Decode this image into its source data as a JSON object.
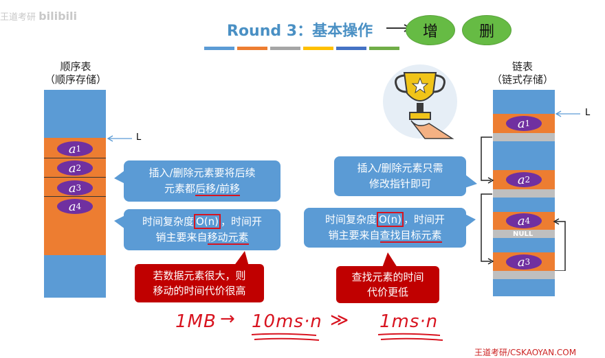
{
  "watermark": "王道考研",
  "watermark_logo": "bilibili",
  "title": "Round 3：基本操作",
  "ops": [
    "增",
    "删"
  ],
  "color_bars": [
    "#5b9bd5",
    "#ed7d31",
    "#a5a5a5",
    "#ffc000",
    "#4472c4",
    "#70ad47"
  ],
  "seq": {
    "head_line1": "顺序表",
    "head_line2": "（顺序存储）",
    "pointer": "L",
    "elements": [
      "a1",
      "a2",
      "a3",
      "a4"
    ]
  },
  "linked": {
    "head_line1": "链表",
    "head_line2": "（链式存储）",
    "pointer": "L",
    "elements": [
      "a1",
      "a2",
      "a4",
      "a3"
    ],
    "null_label": "NULL"
  },
  "callouts": {
    "seq_op_line1": "插入/删除元素要将后续",
    "seq_op_line2_pre": "元素都",
    "seq_op_line2_mark": "后移/前移",
    "seq_time_line1_pre": "时间复杂度",
    "seq_time_mark": "O(n)",
    "seq_time_line1_post": "，时间开",
    "seq_time_line2_pre": "销主要来自",
    "seq_time_line2_mark": "移动元素",
    "link_op_line1": "插入/删除元素只需",
    "link_op_line2": "修改指针即可",
    "link_time_line1_pre": "时间复杂度",
    "link_time_mark": "O(n)",
    "link_time_line1_post": "，时间开",
    "link_time_line2_pre": "销主要来自",
    "link_time_line2_mark": "查找目标元素"
  },
  "red_notes": {
    "seq_line1": "若数据元素很大，则",
    "seq_line2": "移动的时间代价很高",
    "link_line1": "查找元素的时间",
    "link_line2": "代价更低"
  },
  "handwriting": {
    "left": "1MB",
    "arrow": "→",
    "mid": "10ms·n",
    "gg": "≫",
    "right": "1ms·n"
  },
  "footer": "王道考研/CSKAOYAN.COM"
}
